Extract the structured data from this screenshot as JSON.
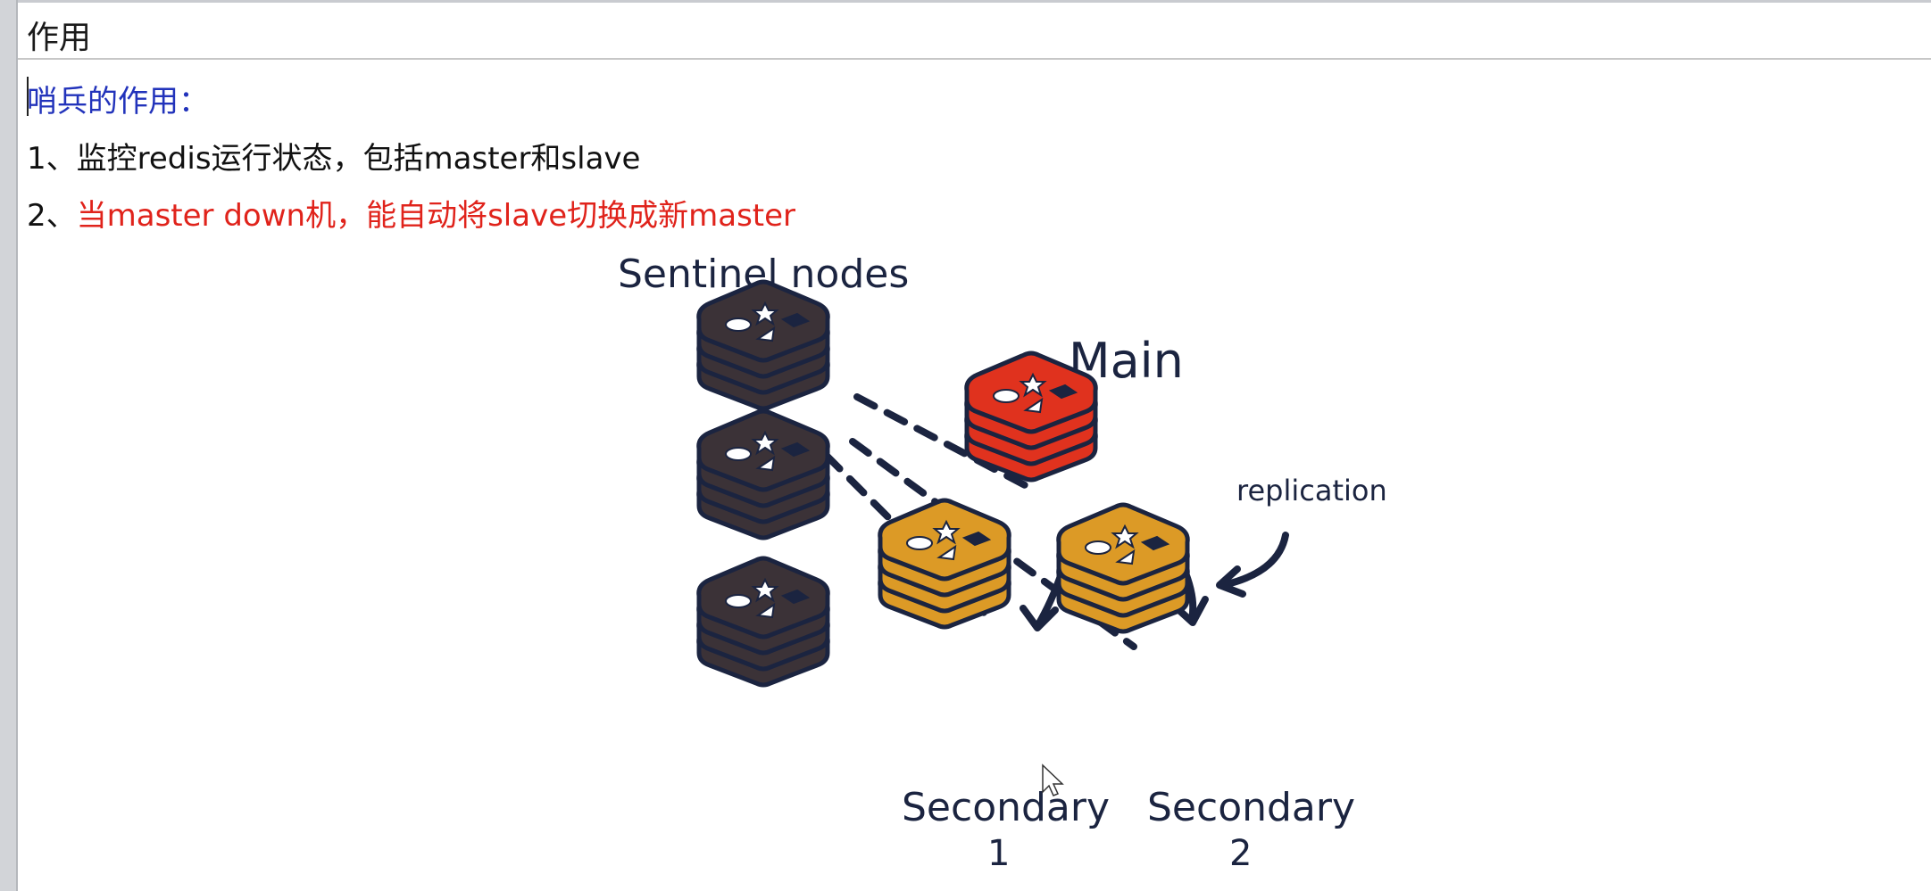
{
  "header": {
    "title": "作用"
  },
  "content": {
    "heading": "哨兵的作用：",
    "item1": {
      "prefix": "1、",
      "text": "监控redis运行状态，包括master和slave"
    },
    "item2": {
      "prefix": "2、",
      "text": "当master down机，能自动将slave切换成新master"
    }
  },
  "diagram": {
    "sentinel_label": "Sentinel nodes",
    "main_label": "Main",
    "replication_label": "replication",
    "secondary1_label": "Secondary",
    "secondary1_num": "1",
    "secondary2_label": "Secondary",
    "secondary2_num": "2",
    "colors": {
      "sentinel": "#3b3237",
      "main": "#e0321e",
      "secondary": "#dc9a26",
      "outline": "#1b2440"
    }
  }
}
